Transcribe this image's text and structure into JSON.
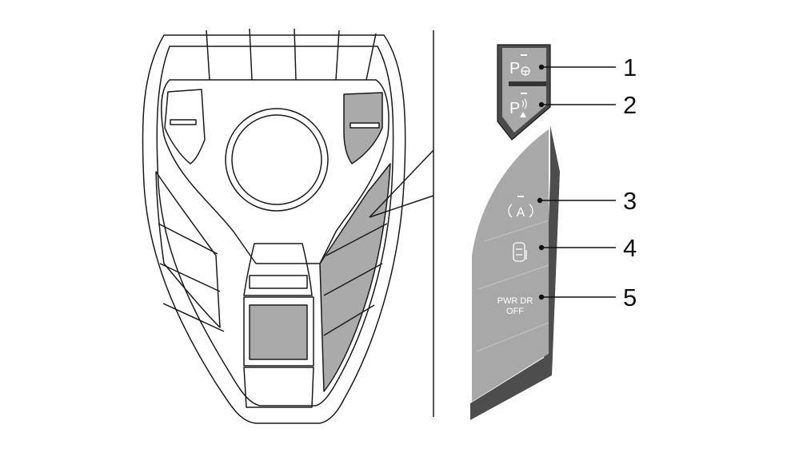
{
  "callouts": [
    {
      "num": "1",
      "target": "park-assist-button"
    },
    {
      "num": "2",
      "target": "park-sensor-button"
    },
    {
      "num": "3",
      "target": "auto-hold-button"
    },
    {
      "num": "4",
      "target": "door-lock-button"
    },
    {
      "num": "5",
      "target": "power-door-off-button"
    }
  ],
  "buttons": {
    "park1_letter": "P",
    "park2_letter": "P",
    "auto_letter": "A",
    "pwr_line1": "PWR DR",
    "pwr_line2": "OFF"
  },
  "icons": {
    "park1": "steering-wheel-icon",
    "park2": "sensor-waves-icon",
    "auto": "circled-a-icon",
    "door": "car-door-icon"
  },
  "colors": {
    "line": "#1a1a1a",
    "key_fill": "#aaaaaa",
    "panel_top": "#4a4a4a",
    "panel_fill": "#a8a8a8",
    "panel_edge": "#4d4d4d"
  }
}
